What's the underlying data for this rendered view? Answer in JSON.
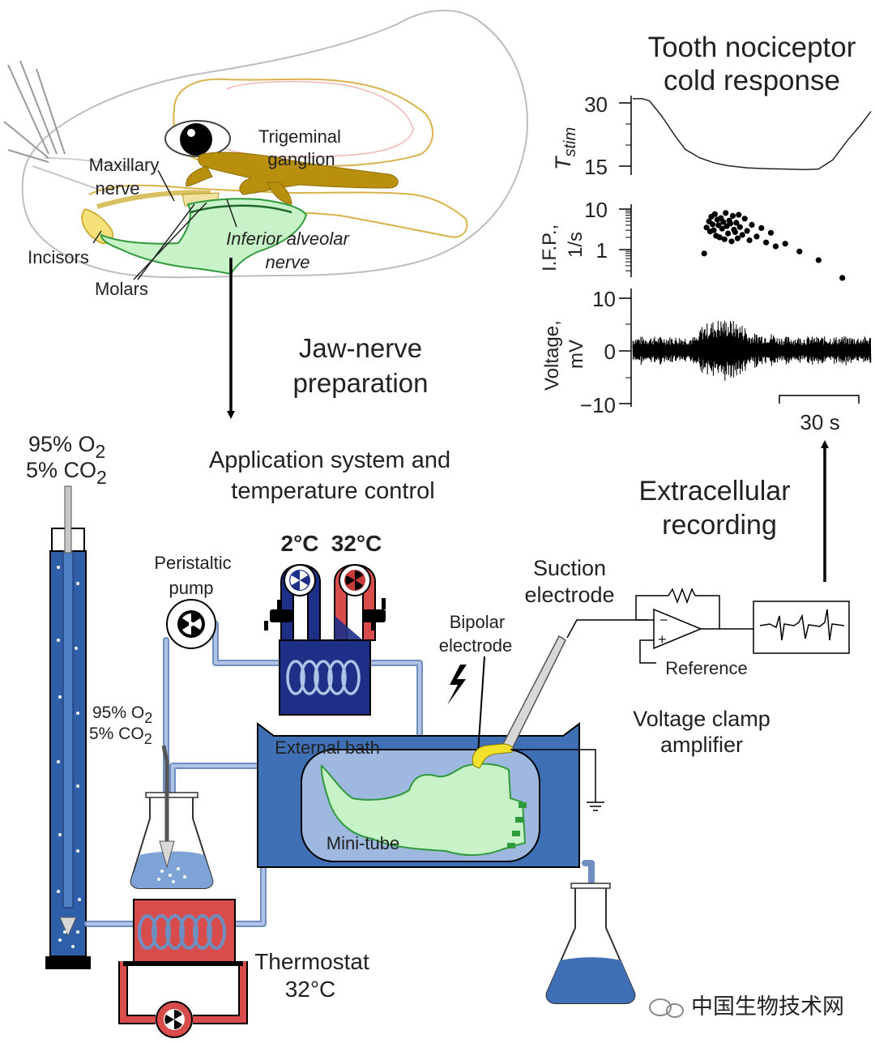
{
  "anatomy": {
    "trigeminal_ganglion": [
      "Trigeminal",
      "ganglion"
    ],
    "maxillary_nerve": [
      "Maxillary",
      "nerve"
    ],
    "inferior_alveolar": [
      "Inferior alveolar",
      "nerve"
    ],
    "incisors": "Incisors",
    "molars": "Molars"
  },
  "jaw_nerve_prep": [
    "Jaw-nerve",
    "preparation"
  ],
  "application": [
    "Application system and",
    "temperature control"
  ],
  "gas": {
    "o2": "95% O",
    "co2": "5% CO",
    "sub": "2"
  },
  "pump": [
    "Peristaltic",
    "pump"
  ],
  "temps": {
    "cold": "2°C",
    "warm": "32°C"
  },
  "external_bath": "External bath",
  "mini_tube": "Mini-tube",
  "thermostat": [
    "Thermostat",
    "32°C"
  ],
  "bipolar": [
    "Bipolar",
    "electrode"
  ],
  "suction": [
    "Suction",
    "electrode"
  ],
  "reference": "Reference",
  "amplifier": [
    "Voltage clamp",
    "amplifier"
  ],
  "extracellular": [
    "Extracellular",
    "recording"
  ],
  "watermark": "中国生物技术网",
  "colors": {
    "cold": "#1aa7e0",
    "warm": "#d8403f",
    "nerve": "#b8900e",
    "jaw": "#c8f2c8",
    "bath": "#3f6fb5",
    "tube": "#9fb8e0",
    "thermo": "#d94c4c",
    "pump_blue": "#1d2f86"
  },
  "chart_data": [
    {
      "type": "line",
      "title": "Tooth nociceptor cold response",
      "ylabel": "T_stim",
      "yticks": [
        "30",
        "15"
      ],
      "ylim": [
        13,
        32
      ],
      "x": [
        0,
        4,
        7,
        12,
        18,
        22,
        28,
        34,
        40,
        48,
        56,
        64,
        72,
        78,
        84,
        90,
        96,
        100
      ],
      "y": [
        31,
        31,
        30.5,
        27,
        22,
        19,
        17,
        15.8,
        15.1,
        14.6,
        14.4,
        14.3,
        14.2,
        14.3,
        16.5,
        21,
        25,
        28
      ]
    },
    {
      "type": "scatter",
      "ylabel_lines": [
        "I.F.P.,",
        "1/s"
      ],
      "yticks": [
        "10",
        "1"
      ],
      "scale": "log",
      "x": [
        30,
        31,
        32,
        32.5,
        33,
        33.5,
        34,
        34.5,
        35,
        35.5,
        36,
        36.5,
        37,
        37.5,
        38,
        38.5,
        39,
        39.5,
        40,
        40.5,
        41,
        41.5,
        42,
        42.5,
        43,
        43.5,
        44,
        44.5,
        45,
        46,
        47,
        48,
        49,
        50,
        52,
        54,
        56,
        58,
        60,
        64,
        70,
        78,
        88
      ],
      "y": [
        0.8,
        3.5,
        5.0,
        2.8,
        6.5,
        4.2,
        3.0,
        7.5,
        2.2,
        5.5,
        4.0,
        2.0,
        6.0,
        3.3,
        4.8,
        1.8,
        8.0,
        3.8,
        2.5,
        5.2,
        4.4,
        1.6,
        6.8,
        3.1,
        2.7,
        4.6,
        1.9,
        7.2,
        3.6,
        2.3,
        5.8,
        2.9,
        1.7,
        4.1,
        2.1,
        3.4,
        1.5,
        2.6,
        1.2,
        1.4,
        0.9,
        0.55,
        0.2
      ]
    },
    {
      "type": "line",
      "ylabel_lines": [
        "Voltage,",
        "mV"
      ],
      "yticks": [
        "10",
        "0",
        "−10"
      ],
      "ylim": [
        -10,
        10
      ],
      "scalebar": "30 s"
    }
  ]
}
